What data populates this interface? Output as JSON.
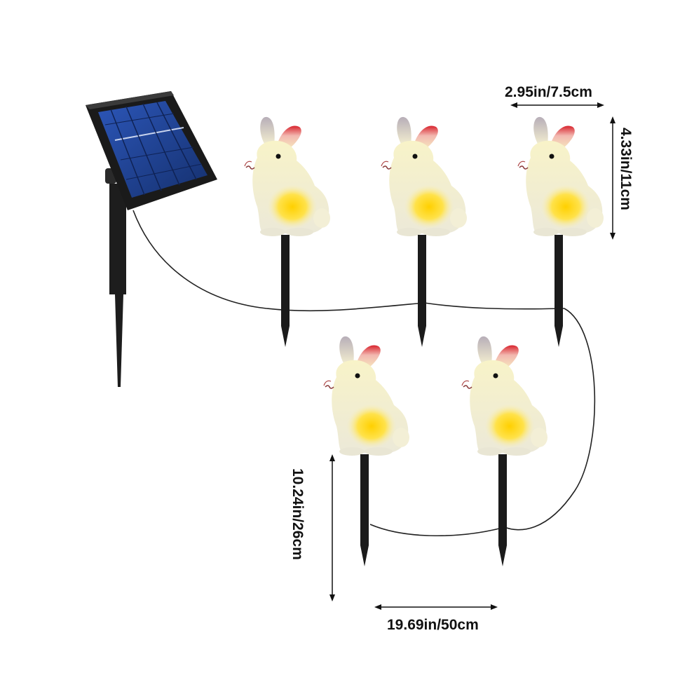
{
  "product": {
    "lights": [
      {
        "name": "rabbit-light-1"
      },
      {
        "name": "rabbit-light-2"
      },
      {
        "name": "rabbit-light-3"
      },
      {
        "name": "rabbit-light-4"
      },
      {
        "name": "rabbit-light-5"
      }
    ]
  },
  "dimensions": {
    "width_label": "2.95in/7.5cm",
    "height_label": "4.33in/11cm",
    "stake_height_label": "10.24in/26cm",
    "spacing_label": "19.69in/50cm"
  },
  "colors": {
    "background": "#ffffff",
    "rabbit_body": "#f6f2c6",
    "rabbit_glow": "#ffd21a",
    "ear_tip": "#d8232d",
    "stake": "#1b1b1b",
    "panel_cells": "#1f3f8f",
    "panel_frame": "#1a1a1a",
    "wire": "#222222"
  }
}
